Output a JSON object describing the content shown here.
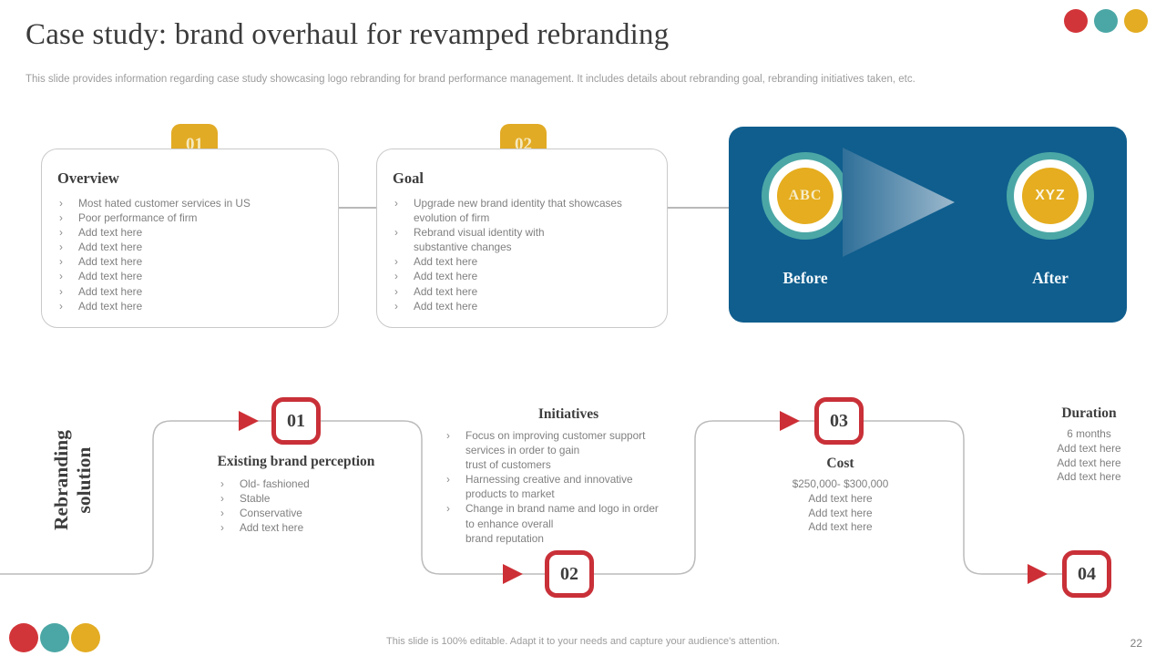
{
  "header": {
    "title": "Case study: brand overhaul for revamped rebranding",
    "subtitle": "This slide provides information regarding case study showcasing logo rebranding for brand performance management. It includes details about rebranding goal, rebranding initiatives taken, etc."
  },
  "colors": {
    "accent_red": "#d23539",
    "accent_teal": "#4ba7a5",
    "accent_yellow": "#e3ac22",
    "panel_blue": "#0f5e8e"
  },
  "top_cards": [
    {
      "number": "01",
      "heading": "Overview",
      "bullets": [
        "Most hated customer services in US",
        "Poor performance of firm",
        "Add text here",
        "Add text here",
        "Add text here",
        "Add text here",
        "Add text here",
        "Add text here"
      ]
    },
    {
      "number": "02",
      "heading": "Goal",
      "bullets": [
        "Upgrade new brand identity that showcases\nevolution of firm",
        "Rebrand visual identity with\nsubstantive changes",
        "Add text here",
        "Add text here",
        "Add text here",
        "Add text here"
      ]
    }
  ],
  "before_after": {
    "before": {
      "logo": "ABC",
      "label": "Before"
    },
    "after": {
      "logo": "XYZ",
      "label": "After"
    }
  },
  "solution_flow": {
    "side_label": "Rebranding\nsolution",
    "steps": [
      {
        "number": "01",
        "heading": "Existing brand perception",
        "bullets": [
          "Old- fashioned",
          "Stable",
          "Conservative",
          "Add text here"
        ]
      },
      {
        "number": "02",
        "heading": "Initiatives",
        "bullets": [
          "Focus on improving customer support\nservices in order to gain\ntrust of customers",
          "Harnessing creative and innovative\nproducts to market",
          "Change in brand name and logo in order\nto enhance overall\nbrand reputation"
        ]
      },
      {
        "number": "03",
        "heading": "Cost",
        "lines": [
          "$250,000- $300,000",
          "Add text here",
          "Add text here",
          "Add text here"
        ]
      },
      {
        "number": "04",
        "heading": "Duration",
        "lines": [
          "6 months",
          "Add text here",
          "Add text here",
          "Add text here"
        ]
      }
    ]
  },
  "footer": {
    "note": "This slide is 100% editable. Adapt it to your needs and capture your audience's attention.",
    "page_number": "22"
  }
}
